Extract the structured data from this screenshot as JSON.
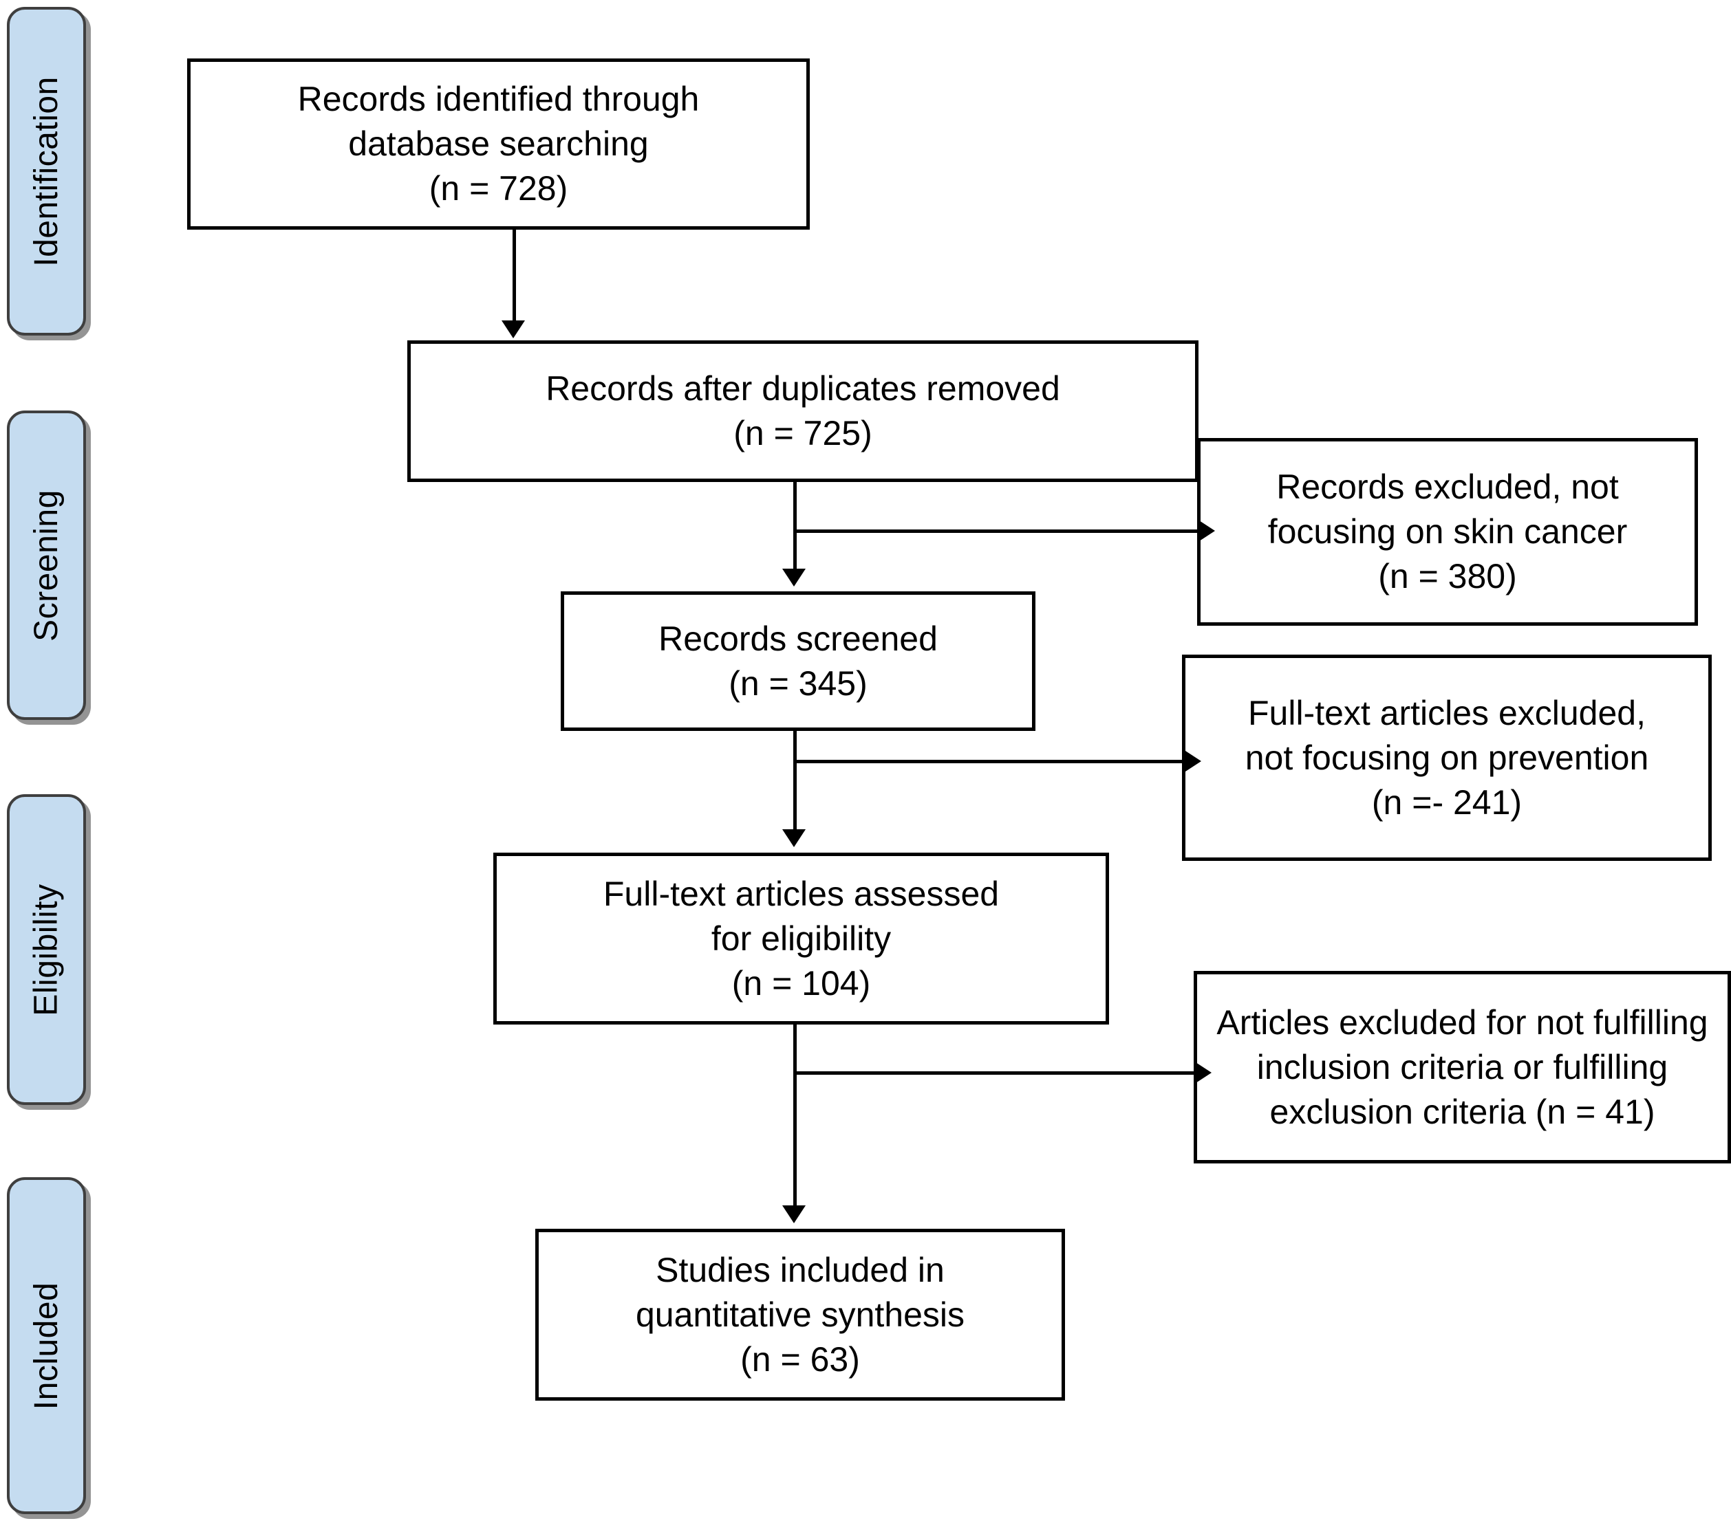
{
  "diagram": {
    "title": "PRISMA flow diagram",
    "type": "prisma-flowchart",
    "colors": {
      "stage_fill": "#c5dcf0",
      "stage_border": "#3f3f3f",
      "box_border": "#000000",
      "box_fill": "#ffffff",
      "connector": "#000000",
      "background": "#ffffff"
    }
  },
  "stages": [
    {
      "id": "identification",
      "label": "Identification"
    },
    {
      "id": "screening",
      "label": "Screening"
    },
    {
      "id": "eligibility",
      "label": "Eligibility"
    },
    {
      "id": "included",
      "label": "Included"
    }
  ],
  "flow_boxes": [
    {
      "id": "records-identified",
      "line1": "Records identified through",
      "line2": "database searching",
      "line3": "(n = 728)"
    },
    {
      "id": "records-after-duplicates",
      "line1": "Records after duplicates removed",
      "line2": "(n = 725)"
    },
    {
      "id": "records-screened",
      "line1": "Records screened",
      "line2": "(n = 345)"
    },
    {
      "id": "full-text-assessed",
      "line1": "Full-text articles assessed",
      "line2": "for eligibility",
      "line3": "(n = 104)"
    },
    {
      "id": "studies-included",
      "line1": "Studies included in",
      "line2": "quantitative synthesis",
      "line3": "(n = 63)"
    }
  ],
  "exclusion_boxes": [
    {
      "id": "records-excluded-skin-cancer",
      "line1": "Records excluded, not",
      "line2": "focusing on skin cancer",
      "line3": "(n = 380)"
    },
    {
      "id": "full-text-excluded-prevention",
      "line1": "Full-text articles excluded,",
      "line2": "not focusing on prevention",
      "line3": "(n =- 241)"
    },
    {
      "id": "articles-excluded-criteria",
      "line1": "Articles excluded for not fulfilling",
      "line2": "inclusion criteria or fulfilling",
      "line3": "exclusion criteria (n = 41)"
    }
  ],
  "chart_data": {
    "type": "table",
    "title": "PRISMA record counts",
    "categories": [
      "Records identified through database searching",
      "Records after duplicates removed",
      "Records screened",
      "Records excluded, not focusing on skin cancer",
      "Full-text articles assessed for eligibility",
      "Full-text articles excluded, not focusing on prevention",
      "Articles excluded for not fulfilling inclusion criteria or fulfilling exclusion criteria",
      "Studies included in quantitative synthesis"
    ],
    "values": [
      728,
      725,
      345,
      380,
      104,
      241,
      41,
      63
    ]
  }
}
